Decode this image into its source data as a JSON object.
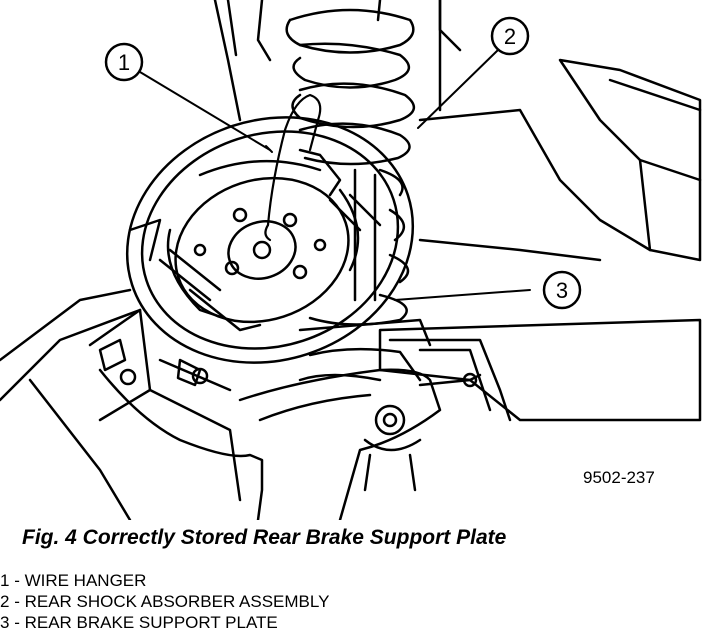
{
  "figure": {
    "id_label": "9502-237",
    "callouts": [
      "1",
      "2",
      "3"
    ],
    "caption": "Fig. 4 Correctly Stored Rear Brake Support Plate"
  },
  "legend": [
    {
      "num": "1",
      "text": "WIRE HANGER"
    },
    {
      "num": "2",
      "text": "REAR SHOCK ABSORBER ASSEMBLY"
    },
    {
      "num": "3",
      "text": "REAR BRAKE SUPPORT PLATE"
    }
  ],
  "colors": {
    "line": "#000000",
    "background": "#ffffff"
  }
}
